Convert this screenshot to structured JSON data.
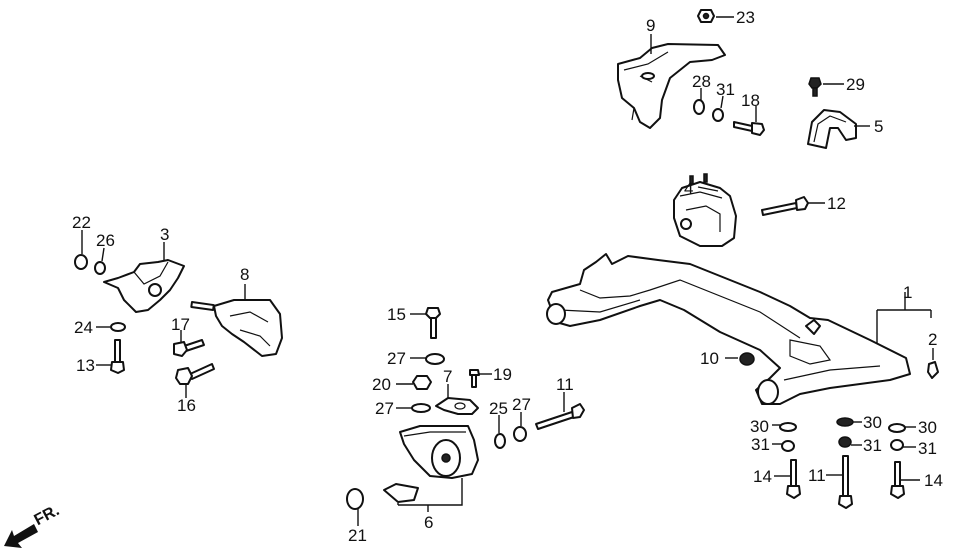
{
  "diagram": {
    "title": "Engine mount and front subframe exploded parts diagram",
    "direction_marker": "FR.",
    "callouts": {
      "c1": "1",
      "c2": "2",
      "c3": "3",
      "c4": "4",
      "c5": "5",
      "c6": "6",
      "c7": "7",
      "c8": "8",
      "c9": "9",
      "c10": "10",
      "c11a": "11",
      "c11b": "11",
      "c12": "12",
      "c13": "13",
      "c14a": "14",
      "c14b": "14",
      "c15": "15",
      "c16": "16",
      "c17": "17",
      "c18": "18",
      "c19": "19",
      "c20": "20",
      "c21": "21",
      "c22": "22",
      "c23": "23",
      "c24": "24",
      "c25": "25",
      "c26": "26",
      "c27a": "27",
      "c27b": "27",
      "c27c": "27",
      "c28": "28",
      "c29": "29",
      "c30a": "30",
      "c30b": "30",
      "c30c": "30",
      "c31a": "31",
      "c31b": "31",
      "c31c": "31",
      "c31d": "31"
    }
  }
}
